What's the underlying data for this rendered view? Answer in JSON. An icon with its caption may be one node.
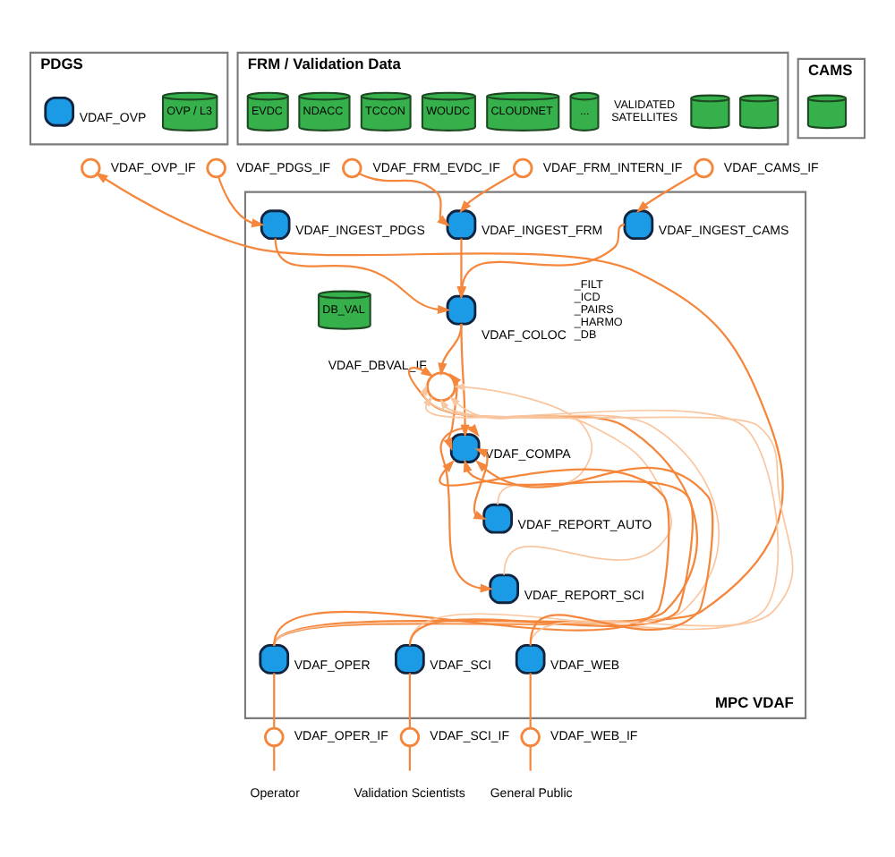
{
  "diagram": {
    "nodes": [
      {
        "text": [
          "PDGS"
        ]
      },
      {
        "text": [],
        "shape": "box",
        "beside": [
          "VDAF_OVP"
        ],
        "in": 0
      },
      {
        "text": [
          "OVP / L3"
        ],
        "in": 0
      },
      {
        "text": [
          "FRM / Validation Data"
        ]
      },
      {
        "text": [
          "EVDC"
        ],
        "in": 3
      },
      {
        "text": [
          "NDACC"
        ],
        "in": 3
      },
      {
        "text": [
          "TCCON"
        ],
        "in": 3
      },
      {
        "text": [
          "WOUDC"
        ],
        "in": 3
      },
      {
        "text": [
          "CLOUDNET"
        ],
        "in": 3
      },
      {
        "text": [
          "..."
        ],
        "in": 3
      },
      {
        "text": [],
        "shape": "cylinder",
        "in": 3
      },
      {
        "text": [],
        "shape": "cylinder",
        "in": 3
      },
      {
        "text": [
          "CAMS"
        ]
      },
      {
        "text": [],
        "shape": "cylinder",
        "in": 12
      },
      {
        "text": [],
        "shape": "circle",
        "beside": [
          "VDAF_OVP_IF"
        ]
      },
      {
        "text": [],
        "shape": "circle",
        "beside": [
          "VDAF_PDGS_IF"
        ]
      },
      {
        "text": [],
        "shape": "circle",
        "beside": [
          "VDAF_FRM_EVDC_IF"
        ]
      },
      {
        "text": [],
        "shape": "circle",
        "beside": [
          "VDAF_FRM_INTERN_IF"
        ]
      },
      {
        "text": [],
        "shape": "circle",
        "beside": [
          "VDAF_CAMS_IF"
        ]
      },
      {
        "text": [
          "MPC VDAF"
        ]
      },
      {
        "text": [],
        "shape": "box",
        "beside": [
          "VDAF_INGEST_PDGS"
        ],
        "in": 19
      },
      {
        "text": [],
        "shape": "box",
        "beside": [
          "VDAF_INGEST_FRM"
        ],
        "in": 19
      },
      {
        "text": [],
        "shape": "box",
        "beside": [
          "VDAF_INGEST_CAMS"
        ],
        "in": 19
      },
      {
        "text": [
          "DB_VAL"
        ],
        "in": 19
      },
      {
        "text": [],
        "shape": "circle",
        "beside": [
          "VDAF_DBVAL_IF"
        ],
        "in": 19
      },
      {
        "text": [],
        "shape": "box",
        "beside": [
          "VDAF_COLOC",
          "_FILT _ICD _PAIRS _HARMO _DB"
        ],
        "in": 19
      },
      {
        "text": [],
        "shape": "box",
        "beside": [
          "VDAF_COMPA"
        ],
        "in": 19
      },
      {
        "text": [],
        "shape": "box",
        "beside": [
          "VDAF_REPORT_AUTO"
        ],
        "in": 19
      },
      {
        "text": [],
        "shape": "box",
        "beside": [
          "VDAF_REPORT_SCI"
        ],
        "in": 19
      },
      {
        "text": [],
        "shape": "box",
        "beside": [
          "VDAF_OPER"
        ],
        "in": 19
      },
      {
        "text": [],
        "shape": "box",
        "beside": [
          "VDAF_SCI"
        ],
        "in": 19
      },
      {
        "text": [],
        "shape": "box",
        "beside": [
          "VDAF_WEB"
        ],
        "in": 19
      },
      {
        "text": [],
        "shape": "circle",
        "beside": [
          "VDAF_OPER_IF"
        ]
      },
      {
        "text": [],
        "shape": "circle",
        "beside": [
          "VDAF_SCI_IF"
        ]
      },
      {
        "text": [],
        "shape": "circle",
        "beside": [
          "VDAF_WEB_IF"
        ]
      },
      {
        "text": [
          "Operator"
        ]
      },
      {
        "text": [
          "Validation Scientists"
        ]
      },
      {
        "text": [
          "General Public"
        ]
      }
    ],
    "edges": [
      {
        "from": 29,
        "to": 14,
        "arrow": "to"
      },
      {
        "from": 15,
        "to": 20,
        "arrow": "to"
      },
      {
        "from": 16,
        "to": 21,
        "arrow": "to"
      },
      {
        "from": 17,
        "to": 21,
        "arrow": "to"
      },
      {
        "from": 18,
        "to": 22,
        "arrow": "to"
      },
      {
        "from": 20,
        "to": 25,
        "arrow": "to"
      },
      {
        "from": 21,
        "to": 25,
        "arrow": "to"
      },
      {
        "from": 22,
        "to": 25,
        "arrow": "to"
      },
      {
        "from": 25,
        "to": 24,
        "arrow": "to"
      },
      {
        "from": 25,
        "to": 26,
        "arrow": "to"
      },
      {
        "from": 24,
        "to": 26,
        "arrow": "both"
      },
      {
        "from": 29,
        "to": 24,
        "arrow": "to"
      },
      {
        "from": 26,
        "to": 27,
        "arrow": "both"
      },
      {
        "from": 26,
        "to": 28,
        "arrow": "both"
      },
      {
        "from": 29,
        "to": 26,
        "arrow": "to"
      },
      {
        "from": 30,
        "to": 26,
        "arrow": "to"
      },
      {
        "from": 31,
        "to": 26,
        "arrow": "to"
      },
      {
        "from": 27,
        "to": 24,
        "arrow": "to",
        "color": "#f9c6a0"
      },
      {
        "from": 28,
        "to": 24,
        "arrow": "to",
        "color": "#f9c6a0"
      },
      {
        "from": 29,
        "to": 24,
        "arrow": "to",
        "color": "#f9c6a0"
      },
      {
        "from": 30,
        "to": 24,
        "arrow": "to",
        "color": "#f9c6a0"
      },
      {
        "from": 31,
        "to": 24,
        "arrow": "to",
        "color": "#f9c6a0"
      },
      {
        "from": 29,
        "to": 32,
        "arrow": "none"
      },
      {
        "from": 32,
        "to": 35,
        "arrow": "none"
      },
      {
        "from": 30,
        "to": 33,
        "arrow": "none"
      },
      {
        "from": 33,
        "to": 36,
        "arrow": "none"
      },
      {
        "from": 31,
        "to": 34,
        "arrow": "none"
      },
      {
        "from": 34,
        "to": 37,
        "arrow": "none"
      }
    ],
    "labels": [
      "VALIDATED SATELLITES"
    ]
  }
}
